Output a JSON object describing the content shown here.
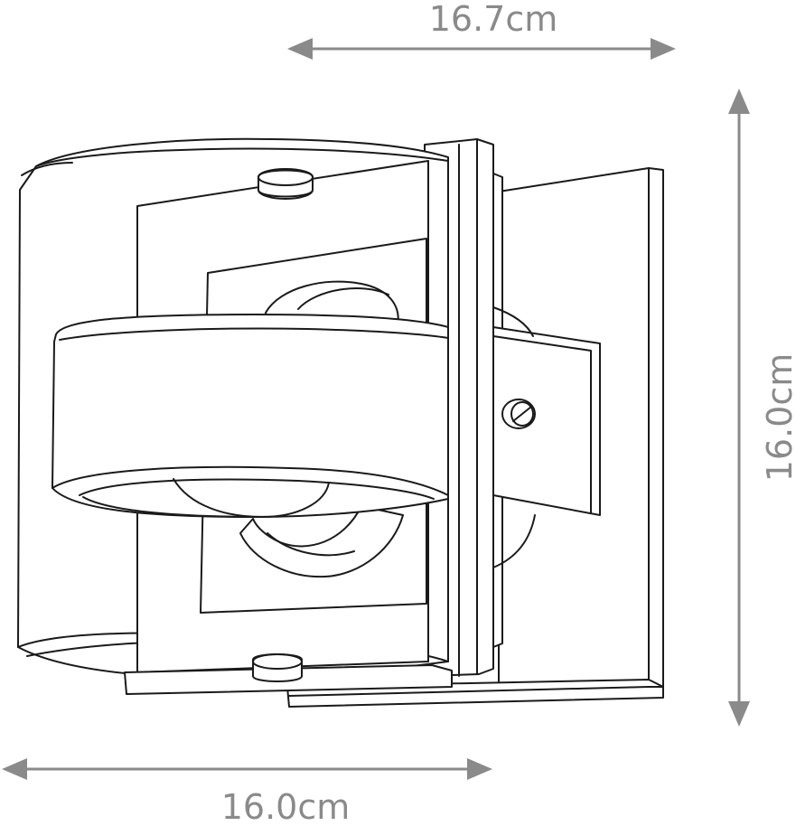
{
  "dimensions": {
    "top_width": "16.7cm",
    "bottom_width": "16.0cm",
    "height": "16.0cm"
  },
  "colors": {
    "dimension": "#8a8a8a",
    "outline": "#1a1a1a",
    "background": "#ffffff"
  }
}
